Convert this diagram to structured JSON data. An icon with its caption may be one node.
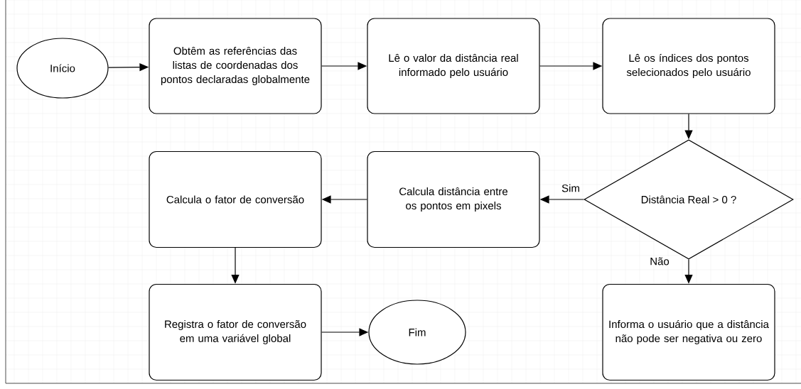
{
  "diagram": {
    "nodes": [
      {
        "text": [
          "Início"
        ]
      },
      {
        "text": [
          "Obtêm as referências das listas de coordenadas dos pontos declaradas globalmente"
        ]
      },
      {
        "text": [
          "Lê o valor da distância real informado pelo usuário"
        ]
      },
      {
        "text": [
          "Lê os índices dos pontos selecionados pelo usuário"
        ]
      },
      {
        "text": [
          "Distância Real > 0 ?"
        ]
      },
      {
        "text": [
          "Calcula distância entre os pontos em pixels"
        ]
      },
      {
        "text": [
          "Calcula o fator de conversão"
        ]
      },
      {
        "text": [
          "Registra o fator de conversão em uma variável global"
        ]
      },
      {
        "text": [
          "Fim"
        ]
      },
      {
        "text": [
          "Informa o usuário que a distância não pode ser negativa ou zero"
        ]
      }
    ],
    "edges": [
      {
        "from": 0,
        "to": 1,
        "arrow": "to"
      },
      {
        "from": 1,
        "to": 2,
        "arrow": "to"
      },
      {
        "from": 2,
        "to": 3,
        "arrow": "to"
      },
      {
        "from": 3,
        "to": 4,
        "arrow": "to"
      },
      {
        "from": 4,
        "to": 5,
        "arrow": "to",
        "label": "Sim"
      },
      {
        "from": 5,
        "to": 6,
        "arrow": "to"
      },
      {
        "from": 6,
        "to": 7,
        "arrow": "to"
      },
      {
        "from": 7,
        "to": 8,
        "arrow": "to"
      },
      {
        "from": 4,
        "to": 9,
        "arrow": "to",
        "label": "Não"
      }
    ]
  }
}
